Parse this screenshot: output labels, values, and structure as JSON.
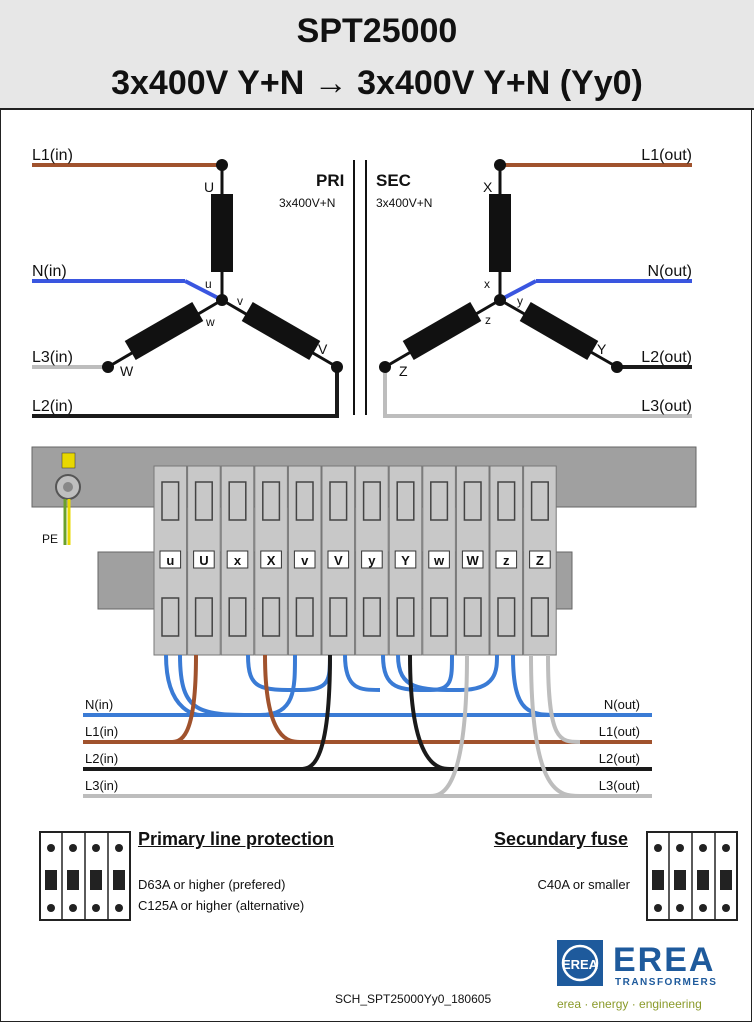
{
  "header": {
    "line1": "SPT25000",
    "line2": "3x400V Y+N → 3x400V Y+N  (Yy0)"
  },
  "schematic": {
    "primary": {
      "label": "PRI",
      "voltage": "3x400V+N",
      "lines": [
        "L1(in)",
        "N(in)",
        "L3(in)",
        "L2(in)"
      ],
      "terminals": [
        "U",
        "u",
        "v",
        "w",
        "V",
        "W"
      ]
    },
    "secondary": {
      "label": "SEC",
      "voltage": "3x400V+N",
      "lines": [
        "L1(out)",
        "N(out)",
        "L2(out)",
        "L3(out)"
      ],
      "terminals": [
        "X",
        "x",
        "y",
        "z",
        "Y",
        "Z"
      ]
    }
  },
  "terminal_block": {
    "pe_label": "PE",
    "terminals": [
      "u",
      "U",
      "x",
      "X",
      "v",
      "V",
      "y",
      "Y",
      "w",
      "W",
      "z",
      "Z"
    ],
    "input_lines": [
      "N(in)",
      "L1(in)",
      "L2(in)",
      "L3(in)"
    ],
    "output_lines": [
      "N(out)",
      "L1(out)",
      "L2(out)",
      "L3(out)"
    ]
  },
  "protection": {
    "primary_title": "Primary line protection",
    "primary_line1": "D63A or higher (prefered)",
    "primary_line2": "C125A or higher (alternative)",
    "secondary_title": "Secundary fuse",
    "secondary_line1": "C40A or smaller"
  },
  "footer": {
    "doc_code": "SCH_SPT25000Yy0_180605",
    "brand": "EREA",
    "brand_sub": "TRANSFORMERS",
    "tagline": "erea · energy · engineering"
  },
  "colors": {
    "L1": "#a0522d",
    "N": "#3a56e0",
    "L2": "#1a1a1a",
    "L3": "#bdbdbd",
    "brand": "#1e5a9c",
    "tagline": "#8a9a2a"
  }
}
